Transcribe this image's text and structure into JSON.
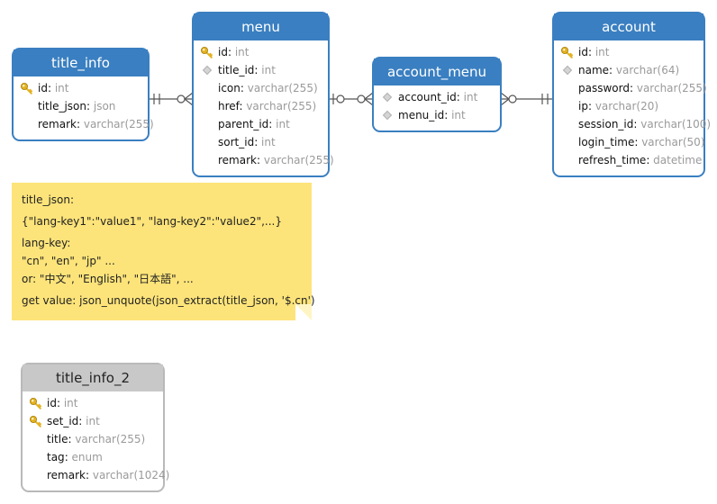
{
  "entities": {
    "title_info": {
      "name": "title_info",
      "fields": [
        {
          "name": "id",
          "type": "int",
          "icon": "key-icon"
        },
        {
          "name": "title_json",
          "type": "json",
          "icon": ""
        },
        {
          "name": "remark",
          "type": "varchar(255)",
          "icon": ""
        }
      ]
    },
    "menu": {
      "name": "menu",
      "fields": [
        {
          "name": "id",
          "type": "int",
          "icon": "key-icon"
        },
        {
          "name": "title_id",
          "type": "int",
          "icon": "diamond-icon"
        },
        {
          "name": "icon",
          "type": "varchar(255)",
          "icon": ""
        },
        {
          "name": "href",
          "type": "varchar(255)",
          "icon": ""
        },
        {
          "name": "parent_id",
          "type": "int",
          "icon": ""
        },
        {
          "name": "sort_id",
          "type": "int",
          "icon": ""
        },
        {
          "name": "remark",
          "type": "varchar(255)",
          "icon": ""
        }
      ]
    },
    "account_menu": {
      "name": "account_menu",
      "fields": [
        {
          "name": "account_id",
          "type": "int",
          "icon": "diamond-icon"
        },
        {
          "name": "menu_id",
          "type": "int",
          "icon": "diamond-icon"
        }
      ]
    },
    "account": {
      "name": "account",
      "fields": [
        {
          "name": "id",
          "type": "int",
          "icon": "key-icon"
        },
        {
          "name": "name",
          "type": "varchar(64)",
          "icon": "diamond-icon"
        },
        {
          "name": "password",
          "type": "varchar(255)",
          "icon": ""
        },
        {
          "name": "ip",
          "type": "varchar(20)",
          "icon": ""
        },
        {
          "name": "session_id",
          "type": "varchar(100)",
          "icon": ""
        },
        {
          "name": "login_time",
          "type": "varchar(50)",
          "icon": ""
        },
        {
          "name": "refresh_time",
          "type": "datetime",
          "icon": ""
        }
      ]
    },
    "title_info_2": {
      "name": "title_info_2",
      "fields": [
        {
          "name": "id",
          "type": "int",
          "icon": "key-icon"
        },
        {
          "name": "set_id",
          "type": "int",
          "icon": "key-icon"
        },
        {
          "name": "title",
          "type": "varchar(255)",
          "icon": ""
        },
        {
          "name": "tag",
          "type": "enum",
          "icon": ""
        },
        {
          "name": "remark",
          "type": "varchar(1024)",
          "icon": ""
        }
      ]
    }
  },
  "note": {
    "lines": [
      "title_json:",
      "{\"lang-key1\":\"value1\", \"lang-key2\":\"value2\",...}",
      "lang-key:",
      "\"cn\", \"en\", \"jp\" ...",
      "or: \"中文\", \"English\", \"日本語\", ...",
      "get value: json_unquote(json_extract(title_json, '$.cn')"
    ]
  },
  "colors": {
    "entity_header": "#3a7fc1",
    "entity_header_inactive": "#c8c8c8",
    "note_background": "#fde47a",
    "key_icon": "#e3b21f",
    "diamond_icon": "#b0b0b0",
    "type_text": "#9a9a9a",
    "relationship_line": "#555555"
  },
  "relationships": [
    {
      "from": "title_info",
      "to": "menu",
      "from_end": "one-and-only-one",
      "to_end": "zero-or-many"
    },
    {
      "from": "menu",
      "to": "account_menu",
      "from_end": "zero-or-one",
      "to_end": "zero-or-many"
    },
    {
      "from": "account_menu",
      "to": "account",
      "from_end": "zero-or-many",
      "to_end": "one-and-only-one"
    }
  ]
}
